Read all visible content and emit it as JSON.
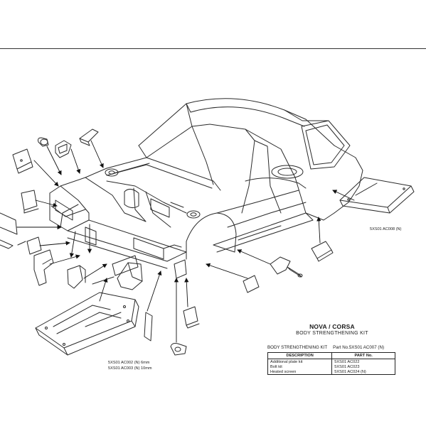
{
  "title": {
    "main": "NOVA / CORSA",
    "sub": "BODY STRENGTHENING KIT"
  },
  "kit_line": {
    "label": "BODY STRENGTHENING KIT",
    "part_no": "Part No.5XS01 AC007 (N)"
  },
  "parts_table": {
    "headers": [
      "DESCRIPTION",
      "PART No."
    ],
    "rows": [
      {
        "description": "Additional plate kit",
        "part": "5XS01 AC022"
      },
      {
        "description": "Bolt kit",
        "part": "5XS01 AC023"
      },
      {
        "description": "Heated screen",
        "part": "5XS01 AC024 (N)"
      }
    ]
  },
  "callouts": {
    "rear_floor": "5XS01 AC008 (N)",
    "front_guard_a": "5XS01 AC002 (N) 6mm",
    "front_guard_b": "5XS01 AC003 (N) 10mm"
  }
}
